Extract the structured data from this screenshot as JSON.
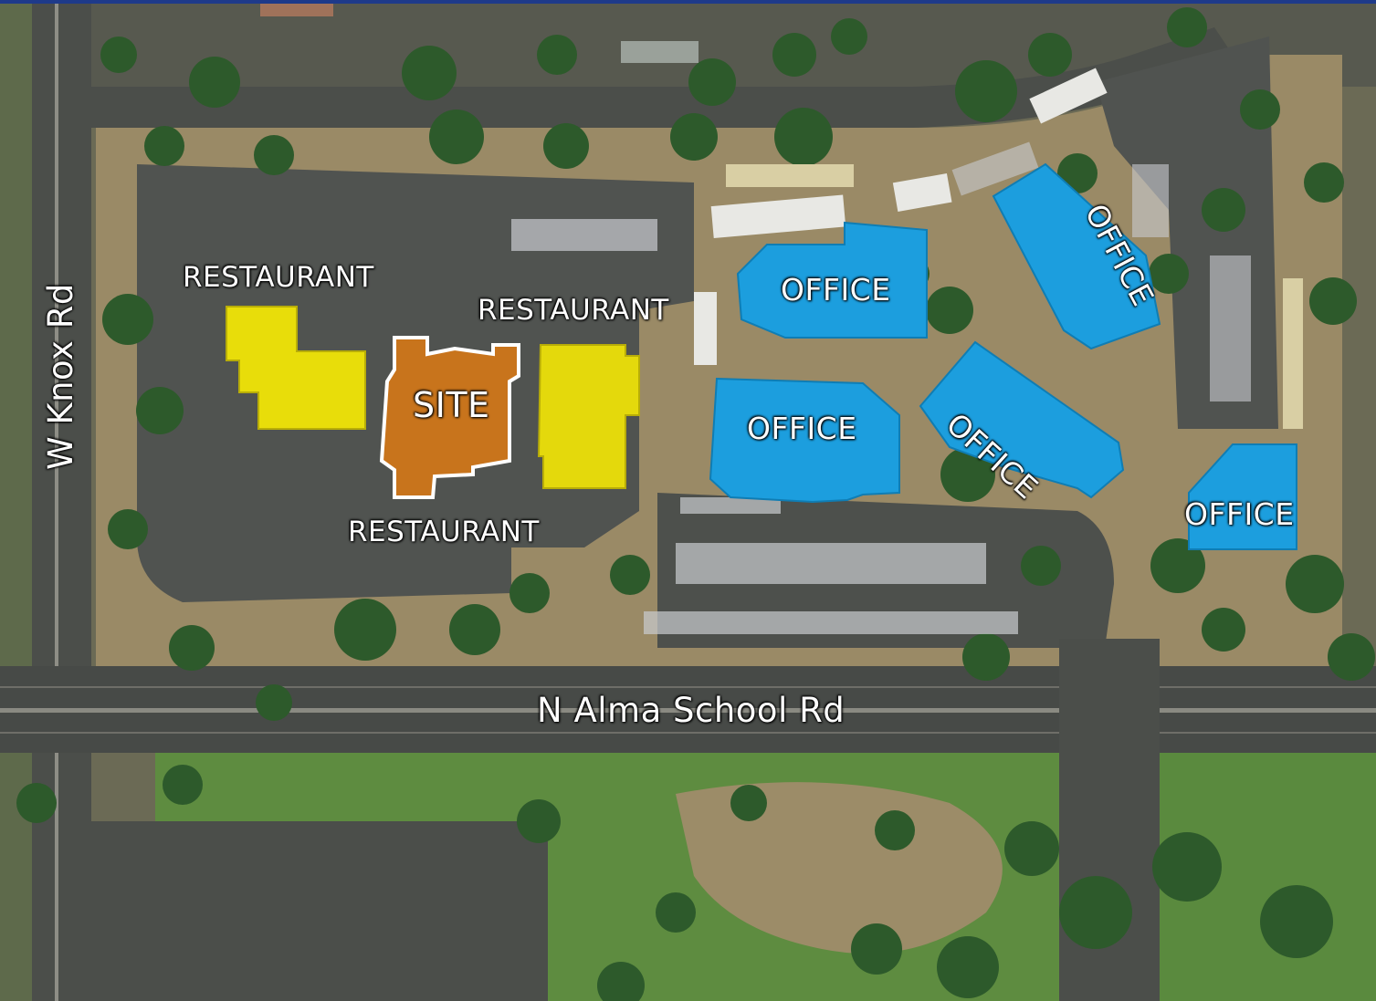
{
  "map": {
    "roads": {
      "west": "W Knox Rd",
      "south": "N Alma School Rd"
    },
    "labels": {
      "restaurant_nw": "RESTAURANT",
      "restaurant_ne": "RESTAURANT",
      "restaurant_s": "RESTAURANT",
      "site": "SITE",
      "office_1": "OFFICE",
      "office_2": "OFFICE",
      "office_3": "OFFICE",
      "office_4": "OFFICE",
      "office_5": "OFFICE"
    },
    "colors": {
      "restaurant_fill": "#e8dd0a",
      "site_fill": "#c8741c",
      "site_outline": "#ffffff",
      "office_fill": "#1c9ede",
      "asphalt": "#4a4d48",
      "grass": "#5c8a3e",
      "dirt": "#9b8a66",
      "tree": "#2c5a2a"
    }
  }
}
